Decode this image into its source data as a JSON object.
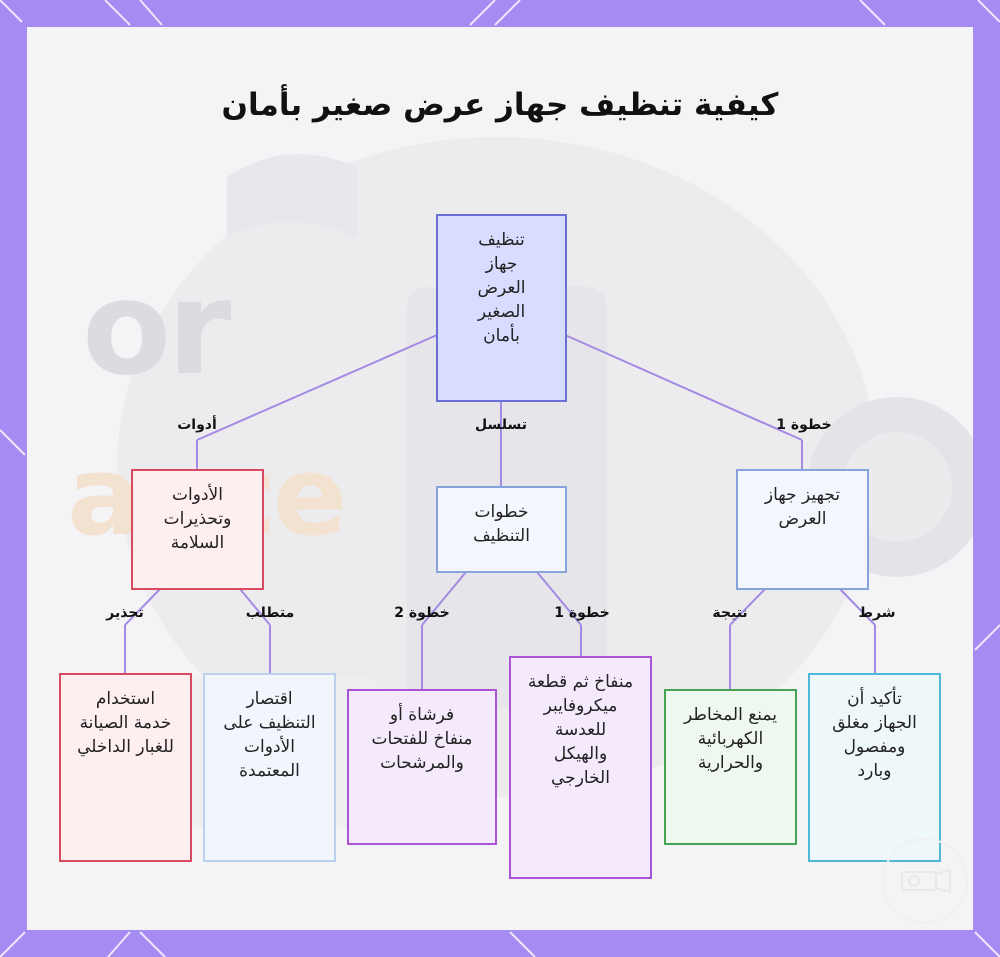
{
  "title": "كيفية تنظيف جهاز عرض صغير بأمان",
  "colors": {
    "frame": "#a58bf2",
    "edge": "#a48ae4",
    "root_fill": "#d8dcff",
    "root_border": "#6a6fd3",
    "safety_fill": "#fdeef0",
    "safety_border": "#d9495f",
    "blue_fill": "#f3f6fc",
    "blue_border": "#86a3db",
    "purple_fill": "#f4eafc",
    "purple_border": "#a955d6",
    "green_fill": "#eef8ee",
    "green_border": "#46a353",
    "cyan_fill": "#eef8fb",
    "cyan_border": "#4fb8d8",
    "light_fill": "#f1f5fc",
    "light_border": "#bcd0ef"
  },
  "background_watermark": {
    "text_1": "or",
    "text_2": "ance"
  },
  "nodes": {
    "root": "تنظيف جهاز العرض الصغير بأمان",
    "tools": "الأدوات وتحذيرات السلامة",
    "steps": "خطوات التنظيف",
    "prepare": "تجهيز جهاز العرض",
    "service": "استخدام خدمة الصيانة للغبار الداخلي",
    "approved_tools": "اقتصار التنظيف على الأدوات المعتمدة",
    "brush": "فرشاة أو منفاخ للفتحات والمرشحات",
    "blower": "منفاخ ثم قطعة ميكروفايبر للعدسة والهيكل الخارجي",
    "prevent": "يمنع المخاطر الكهربائية والحرارية",
    "confirm": "تأكيد أن الجهاز مغلق ومفصول وبارد"
  },
  "edge_labels": {
    "tools": "أدوات",
    "sequence": "تسلسل",
    "step1_top": "خطوة 1",
    "warning": "تحذير",
    "requirement": "متطلب",
    "step2": "خطوة 2",
    "step1_mid": "خطوة 1",
    "result": "نتيجة",
    "condition": "شرط"
  }
}
